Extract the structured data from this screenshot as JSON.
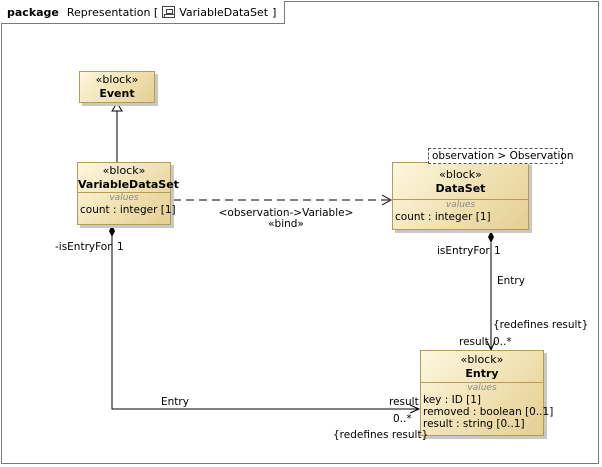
{
  "frame": {
    "keyword": "package",
    "name": "Representation [",
    "diagram_name": "VariableDataSet",
    "close": "]"
  },
  "blocks": {
    "event": {
      "stereotype": "«block»",
      "name": "Event"
    },
    "variable_data_set": {
      "stereotype": "«block»",
      "name": "VariableDataSet",
      "compartment": "values",
      "attributes": [
        "count : integer [1]"
      ]
    },
    "data_set": {
      "stereotype": "«block»",
      "name": "DataSet",
      "compartment": "values",
      "attributes": [
        "count : integer [1]"
      ],
      "context_label": "observation > Observation"
    },
    "entry": {
      "stereotype": "«block»",
      "name": "Entry",
      "compartment": "values",
      "attributes": [
        "key : ID [1]",
        "removed : boolean [0..1]",
        "result : string [0..1]"
      ]
    }
  },
  "labels": {
    "binding_line1": "<observation->Variable>",
    "binding_line2": "«bind»",
    "vds_role": "-isEntryFor",
    "vds_mult": "1",
    "ds_role": "isEntryFor",
    "ds_mult": "1",
    "ds_assoc_name": "Entry",
    "ds_result_role": "result",
    "ds_result_mult": "0..*",
    "ds_redefines": "{redefines result}",
    "vds_assoc_name": "Entry",
    "vds_result_role": "result",
    "vds_result_mult": "0..*",
    "vds_redefines": "{redefines result}"
  }
}
